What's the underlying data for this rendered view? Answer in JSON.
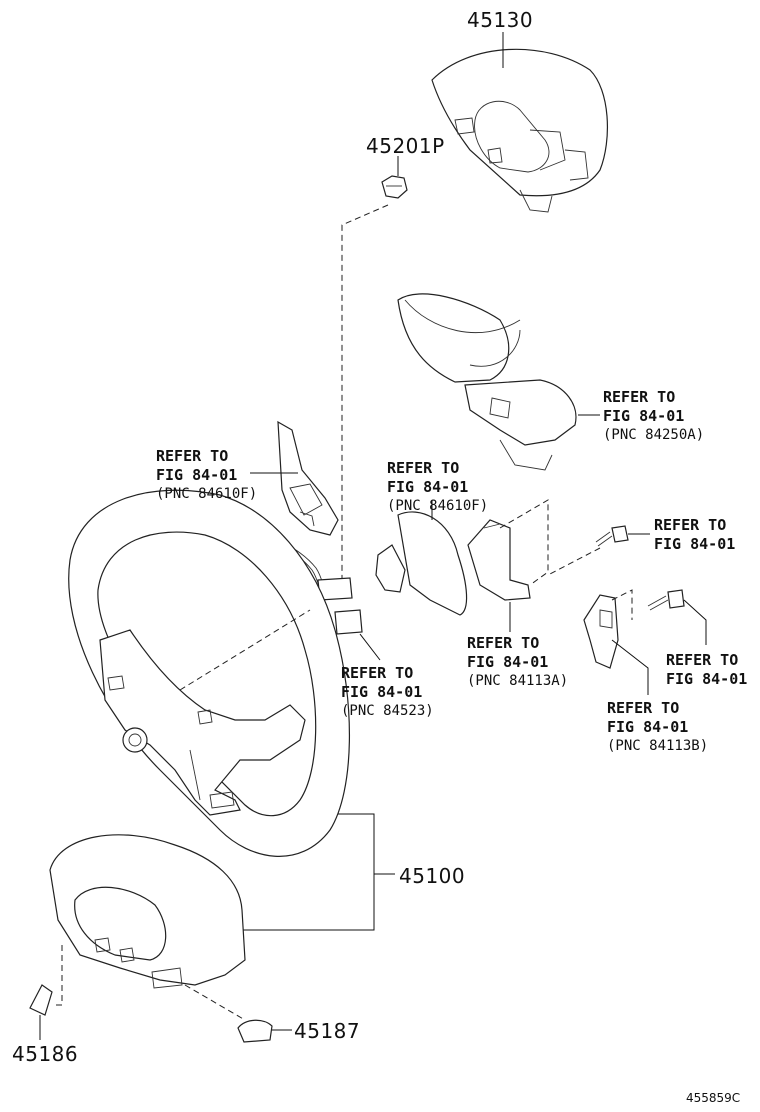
{
  "part_numbers": {
    "airbag": "45130",
    "nut": "45201P",
    "wheel_assy": "45100",
    "cover_right": "45187",
    "cover_left": "45186"
  },
  "refs": {
    "r1": {
      "line1": "REFER TO",
      "line2": "FIG 84-01",
      "pnc": "(PNC 84250A)"
    },
    "r2": {
      "line1": "REFER TO",
      "line2": "FIG 84-01",
      "pnc": "(PNC 84610F)"
    },
    "r3": {
      "line1": "REFER TO",
      "line2": "FIG 84-01",
      "pnc": "(PNC 84610F)"
    },
    "r4": {
      "line1": "REFER TO",
      "line2": "FIG 84-01"
    },
    "r5": {
      "line1": "REFER TO",
      "line2": "FIG 84-01",
      "pnc": "(PNC 84113A)"
    },
    "r6": {
      "line1": "REFER TO",
      "line2": "FIG 84-01",
      "pnc": "(PNC 84523)"
    },
    "r7": {
      "line1": "REFER TO",
      "line2": "FIG 84-01"
    },
    "r8": {
      "line1": "REFER TO",
      "line2": "FIG 84-01",
      "pnc": "(PNC 84113B)"
    }
  },
  "illustration_number": "455859C"
}
